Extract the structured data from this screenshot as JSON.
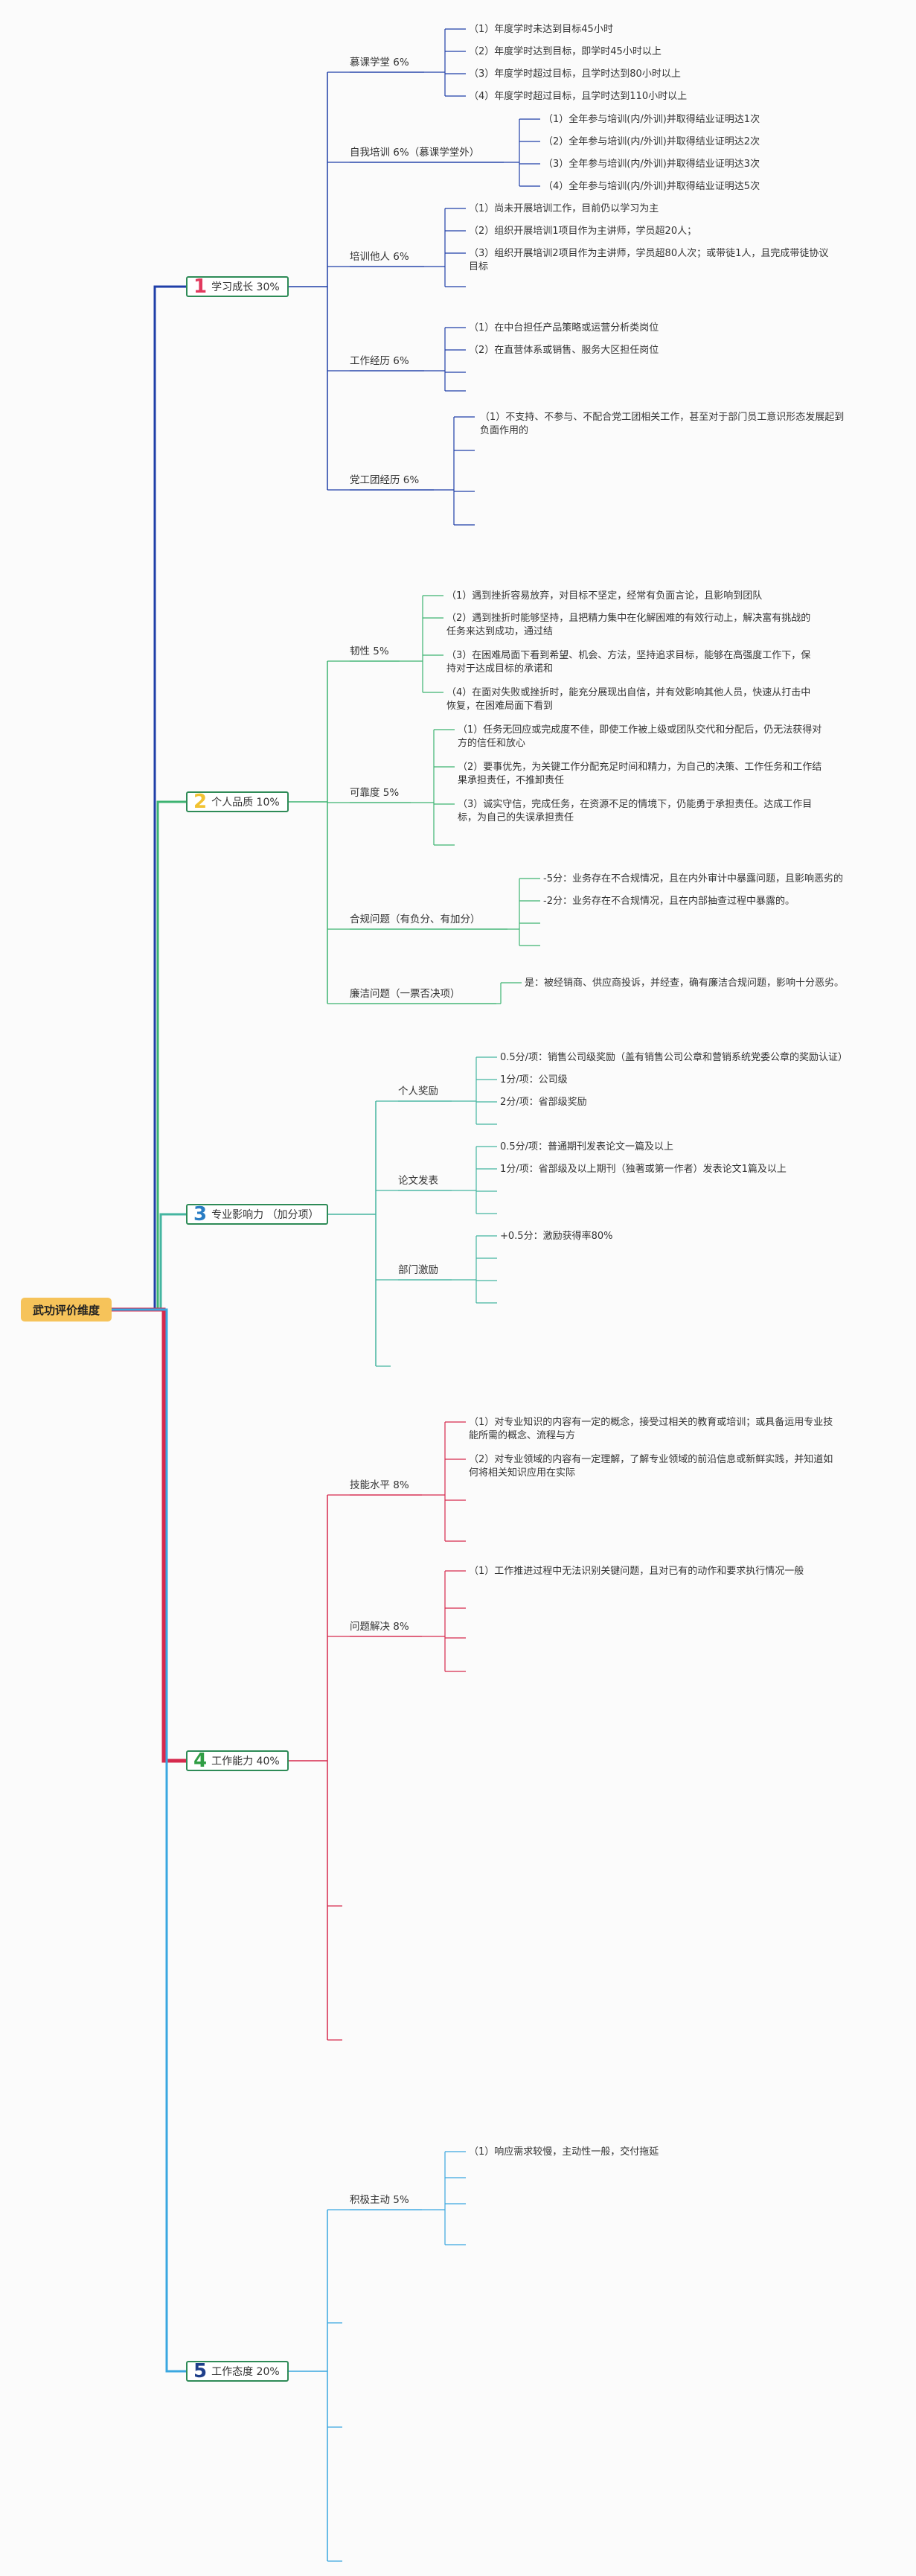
{
  "root": {
    "label": "武功评价维度"
  },
  "branches": [
    {
      "num": "1",
      "label": "学习成长 30%",
      "color": "#1f3fa8",
      "num_color": "#e23a5e",
      "subs": [
        {
          "label": "慕课学堂 6%",
          "leaves": [
            "（1）年度学时未达到目标45小时",
            "（2）年度学时达到目标，即学时45小时以上",
            "（3）年度学时超过目标，且学时达到80小时以上",
            "（4）年度学时超过目标，且学时达到110小时以上"
          ]
        },
        {
          "label": "自我培训 6%（慕课学堂外）",
          "leaves": [
            "（1）全年参与培训(内/外训)并取得结业证明达1次",
            "（2）全年参与培训(内/外训)并取得结业证明达2次",
            "（3）全年参与培训(内/外训)并取得结业证明达3次",
            "（4）全年参与培训(内/外训)并取得结业证明达5次"
          ]
        },
        {
          "label": "培训他人 6%",
          "leaves": [
            "（1）尚未开展培训工作，目前仍以学习为主",
            "（2）组织开展培训1项目作为主讲师，学员超20人；",
            "（3）组织开展培训2项目作为主讲师，学员超80人次；或带徒1人，且完成带徒协议目标",
            ""
          ]
        },
        {
          "label": "工作经历 6%",
          "leaves": [
            "（1）在中台担任产品策略或运营分析类岗位",
            "（2）在直营体系或销售、服务大区担任岗位",
            "",
            ""
          ]
        },
        {
          "label": "党工团经历 6%",
          "leaves": [
            "（1）不支持、不参与、不配合党工团相关工作，甚至对于部门员工意识形态发展起到负面作用的",
            "",
            "",
            ""
          ]
        }
      ]
    },
    {
      "num": "2",
      "label": "个人品质 10%",
      "color": "#3cb371",
      "num_color": "#f1c232",
      "subs": [
        {
          "label": "韧性 5%",
          "leaves": [
            "（1）遇到挫折容易放弃，对目标不坚定，经常有负面言论，且影响到团队",
            "（2）遇到挫折时能够坚持，且把精力集中在化解困难的有效行动上，解决富有挑战的任务来达到成功，通过结",
            "（3）在困难局面下看到希望、机会、方法，坚持追求目标，能够在高强度工作下，保持对于达成目标的承诺和",
            "（4）在面对失败或挫折时，能充分展现出自信，并有效影响其他人员，快速从打击中恢复，在困难局面下看到"
          ]
        },
        {
          "label": "可靠度 5%",
          "leaves": [
            "（1）任务无回应或完成度不佳，即使工作被上级或团队交代和分配后，仍无法获得对方的信任和放心",
            "（2）要事优先，为关键工作分配充足时间和精力，为自己的决策、工作任务和工作结果承担责任，不推卸责任",
            "（3）诚实守信，完成任务，在资源不足的情境下，仍能勇于承担责任。达成工作目标，为自己的失误承担责任",
            ""
          ]
        },
        {
          "label": "合规问题（有负分、有加分）",
          "leaves": [
            "-5分：业务存在不合规情况，且在内外审计中暴露问题，且影响恶劣的",
            "-2分：业务存在不合规情况，且在内部抽查过程中暴露的。",
            "",
            ""
          ]
        },
        {
          "label": "廉洁问题（一票否决项）",
          "leaves": [
            "是：被经销商、供应商投诉，并经查，确有廉洁合规问题，影响十分恶劣。"
          ]
        }
      ]
    },
    {
      "num": "3",
      "label": "专业影响力 （加分项）",
      "color": "#44b5a0",
      "num_color": "#2a7dc4",
      "subs": [
        {
          "label": "个人奖励",
          "leaves": [
            "0.5分/项：销售公司级奖励（盖有销售公司公章和营销系统党委公章的奖励认证）",
            "1分/项：公司级",
            "2分/项：省部级奖励",
            ""
          ]
        },
        {
          "label": "论文发表",
          "leaves": [
            "0.5分/项：普通期刊发表论文一篇及以上",
            "1分/项：省部级及以上期刊（独著或第一作者）发表论文1篇及以上",
            "",
            ""
          ]
        },
        {
          "label": "部门激励",
          "leaves": [
            "+0.5分：激励获得率80%",
            "",
            "",
            ""
          ]
        },
        {
          "label": "",
          "leaves": []
        }
      ]
    },
    {
      "num": "4",
      "label": "工作能力 40%",
      "color": "#d6294d",
      "num_color": "#2f9e44",
      "subs": [
        {
          "label": "技能水平 8%",
          "leaves": [
            "（1）对专业知识的内容有一定的概念，接受过相关的教育或培训；或具备运用专业技能所需的概念、流程与方",
            "（2）对专业领域的内容有一定理解，了解专业领域的前沿信息或新鲜实践，并知道如何将相关知识应用在实际",
            "",
            ""
          ]
        },
        {
          "label": "问题解决 8%",
          "leaves": [
            "（1）工作推进过程中无法识别关键问题，且对已有的动作和要求执行情况一般",
            "",
            "",
            ""
          ]
        },
        {
          "label": "",
          "leaves": []
        },
        {
          "label": "",
          "leaves": []
        },
        {
          "label": "",
          "leaves": []
        }
      ]
    },
    {
      "num": "5",
      "label": "工作态度 20%",
      "color": "#3aa7e0",
      "num_color": "#1f3f8a",
      "subs": [
        {
          "label": "积极主动 5%",
          "leaves": [
            "（1）响应需求较慢，主动性一般，交付拖延",
            "",
            "",
            ""
          ]
        },
        {
          "label": "",
          "leaves": []
        },
        {
          "label": "",
          "leaves": []
        },
        {
          "label": "",
          "leaves": []
        }
      ]
    }
  ]
}
